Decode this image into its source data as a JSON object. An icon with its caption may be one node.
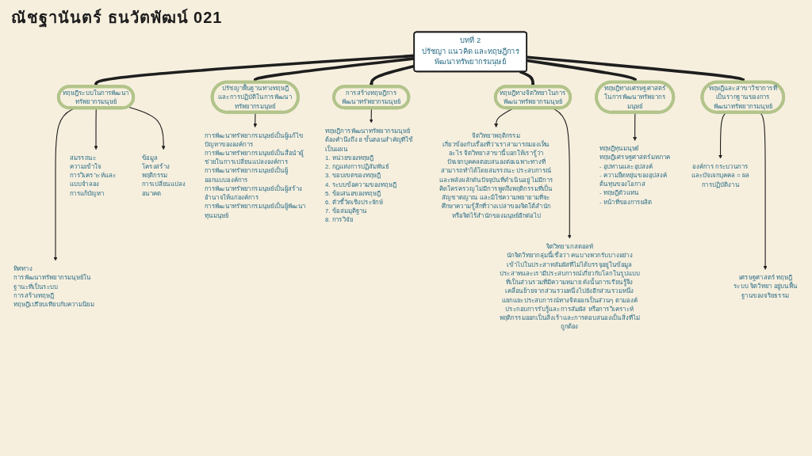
{
  "diagram": {
    "title": "ณัชฐานันตร์ ธนวัตพัฒน์ 021",
    "nodes": [
      {
        "text": [
          "บทที่ 2",
          "ปรัชญา แนวคิด และทฤษฎีการพัฒนาทรัพยากรมนุษย์"
        ]
      },
      {
        "text": [
          "ทฤษฎีระบบในการพัฒนาทรัพยากรมนุษย์"
        ]
      },
      {
        "text": [
          "ทิศทาง",
          "การพัฒนาทรัพยากรมนุษย์ในฐานะที่เป็นระบบ",
          "การสร้างทฤษฎี",
          "ทฤษฎีเปรียบเทียบกับความนิยม"
        ]
      },
      {
        "text": [
          "สมรรถนะ",
          "ความเข้าใจ",
          "การวิเคราะห์และแบบจำลอง",
          "การแก้ปัญหา"
        ]
      },
      {
        "text": [
          "ข้อมูล",
          "โครงสร้าง",
          "พฤติกรรม",
          "การเปลี่ยนแปลง",
          "อนาคต"
        ]
      },
      {
        "text": [
          "ปรัชญาพื้นฐานทางทฤษฎีและการปฏิบัติในการพัฒนาทรัพยากรมนุษย์"
        ]
      },
      {
        "text": [
          "การพัฒนาทรัพยากรมนุษย์เป็นผู้แก้ไขปัญหาขององค์การ",
          "การพัฒนาทรัพยากรมนุษย์เป็นสื่อนำผู้ช่วยในการเปลี่ยนแปลงองค์การ",
          "การพัฒนาทรัพยากรมนุษย์เป็นผู้ออกแบบองค์การ",
          "การพัฒนาทรัพยากรมนุษย์เป็นผู้สร้างอำนาจให้แก่องค์การ",
          "การพัฒนาทรัพยากรมนุษย์เป็นผู้พัฒนาทุนมนุษย์"
        ]
      },
      {
        "text": [
          "การสร้างทฤษฎีการพัฒนาทรัพยากรมนุษย์"
        ]
      },
      {
        "text": [
          "ทฤษฎีการพัฒนาทรัพยากรมนุษย์ต้องคำนึงถึง 8 ขั้นตอนสำคัญที่ใช้เป็นแผน",
          "1. หน่วยของทฤษฎี",
          "2. กฎแห่งการปฏิสัมพันธ์",
          "3. ขอบเขตของทฤษฎี",
          "4. ระบบข้อความของทฤษฎี",
          "5. ข้อเสนอของทฤษฎี",
          "6. ตัวชี้วัดเชิงประจักษ์",
          "7. ข้อสมมุติฐาน",
          "8. การวิจัย"
        ]
      },
      {
        "text": [
          "ทฤษฎีทางจิตวิทยาในการพัฒนาทรัพยากรมนุษย์"
        ]
      },
      {
        "text": [
          "จิตวิทยาพฤติกรรม",
          "เกี่ยวข้องกับเรื่องที่ว่าเราสามารถมองเห็นอะไร จิตวิทยาสาขานี้บอกให้เรารู้ว่าปัจเจกบุคคลตอบสนองต่อเฉพาะทางที่สามารถทำได้โดยสมรรถนะ ประสบการณ์และพลังผลักดันปัจจุบันที่ดำเนินอยู่ ไม่มีการคิดใคร่ครวญ ไม่มีการพูดถึงพฤติกรรมที่เป็นสัญชาตญาณ และมิใช่ความพยายามที่จะศึกษาความรู้สึกที่ว่างเปล่าของจิตใต้สำนักหรือจิตไร้สำนักของมนุษย์อีกต่อไป"
        ]
      },
      {
        "text": [
          "จิตวิทยาเกสตอลท์",
          "นักจิตวิทยากลุ่มนี้เชื่อว่า คนบางพวกรับบางอย่างเข้าไปในประสาทสัมผัสที่ไม่ได้บรรจุอยู่ในข้อมูลประสาทและเรามีประสบการณ์เกี่ยวกับโลกในรูปแบบที่เป็นส่วนรวมที่มีความหมาย ดังนั้นการเรียนรู้จึงเคลื่อนย้ายจากส่วนรวมหนึ่งไปยังอีกส่วนรวมหนึ่งแยกแยะประสบการณ์ทางจิตออกเป็นส่วนๆ ตามองค์ประกอบการรับรู้และการสัมผัส หรือการวิเคราะห์พฤติกรรมออกเป็นสิ่งเร้าและการตอบสนองเป็นสิ่งที่ไม่ถูกต้อง"
        ]
      },
      {
        "text": [
          "ทฤษฎีทางเศรษฐศาสตร์ในการพัฒนาทรัพยากรมนุษย์"
        ]
      },
      {
        "text": [
          "ทฤษฎีทุนมนุษย์",
          "ทฤษฎีเศรษฐศาสตร์มหภาค",
          "- อุปทานและอุปสงค์",
          "- ความยืดหยุ่นของอุปสงค์",
          "ต้นทุนของโอกาส",
          "- ทฤษฎีตัวแทน",
          "- หน้าที่ของการผลิต"
        ]
      },
      {
        "text": [
          "ทฤษฎีและสาขาวิชาการที่เป็นรากฐานของการพัฒนาทรัพยากรมนุษย์"
        ]
      },
      {
        "text": [
          "องค์การ กระบวนการ และปัจเจกบุคคล = ผลการปฏิบัติงาน"
        ]
      },
      {
        "text": [
          "เศรษฐศาสตร์ ทฤษฎีระบบ จิตวิทยา อยู่บนพื้นฐานของจริยธรรม"
        ]
      }
    ],
    "edges": [
      {
        "from": 0,
        "to": 1,
        "arrow": "to",
        "style": "thick"
      },
      {
        "from": 1,
        "to": 2,
        "arrow": "to"
      },
      {
        "from": 1,
        "to": 3,
        "arrow": "to"
      },
      {
        "from": 1,
        "to": 4,
        "arrow": "to"
      },
      {
        "from": 0,
        "to": 5,
        "arrow": "to",
        "style": "thick"
      },
      {
        "from": 5,
        "to": 6,
        "arrow": "to"
      },
      {
        "from": 0,
        "to": 7,
        "arrow": "to",
        "style": "thick"
      },
      {
        "from": 7,
        "to": 8,
        "arrow": "to"
      },
      {
        "from": 0,
        "to": 9,
        "arrow": "to",
        "style": "thick"
      },
      {
        "from": 9,
        "to": 10,
        "arrow": "to"
      },
      {
        "from": 9,
        "to": 11,
        "arrow": "to"
      },
      {
        "from": 0,
        "to": 12,
        "arrow": "to",
        "style": "thick"
      },
      {
        "from": 12,
        "to": 13,
        "arrow": "to"
      },
      {
        "from": 0,
        "to": 14,
        "arrow": "to",
        "style": "thick"
      },
      {
        "from": 14,
        "to": 15,
        "arrow": "to"
      },
      {
        "from": 14,
        "to": 16,
        "arrow": "to"
      }
    ]
  }
}
